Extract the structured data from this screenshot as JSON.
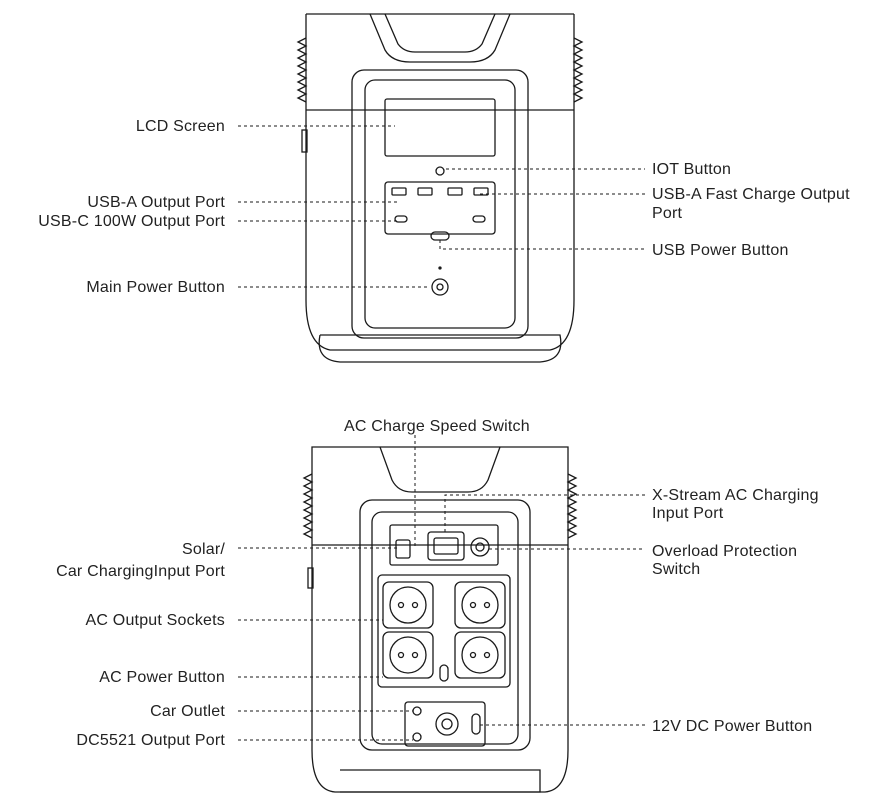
{
  "front_view": {
    "labels": {
      "lcd_screen": "LCD Screen",
      "usb_a_output": "USB-A Output Port",
      "usb_c_output": "USB-C 100W Output Port",
      "main_power_button": "Main Power Button",
      "iot_button": "IOT Button",
      "usb_a_fast_line1": "USB-A Fast Charge Output",
      "usb_a_fast_line2": "Port",
      "usb_power_button": "USB Power Button"
    }
  },
  "rear_view": {
    "labels": {
      "ac_charge_speed_switch": "AC Charge Speed Switch",
      "solar_line1": "Solar/",
      "solar_line2": "Car ChargingInput Port",
      "ac_output_sockets": "AC Output Sockets",
      "ac_power_button": "AC Power Button",
      "car_outlet": "Car Outlet",
      "dc5521_output": "DC5521 Output Port",
      "xstream_line1": "X-Stream AC Charging",
      "xstream_line2": "Input Port",
      "overload_line1": "Overload Protection",
      "overload_line2": "Switch",
      "dc_12v_power_button": "12V DC Power Button"
    }
  },
  "colors": {
    "line": "#1a1a1a",
    "text": "#222222",
    "background": "#ffffff"
  }
}
